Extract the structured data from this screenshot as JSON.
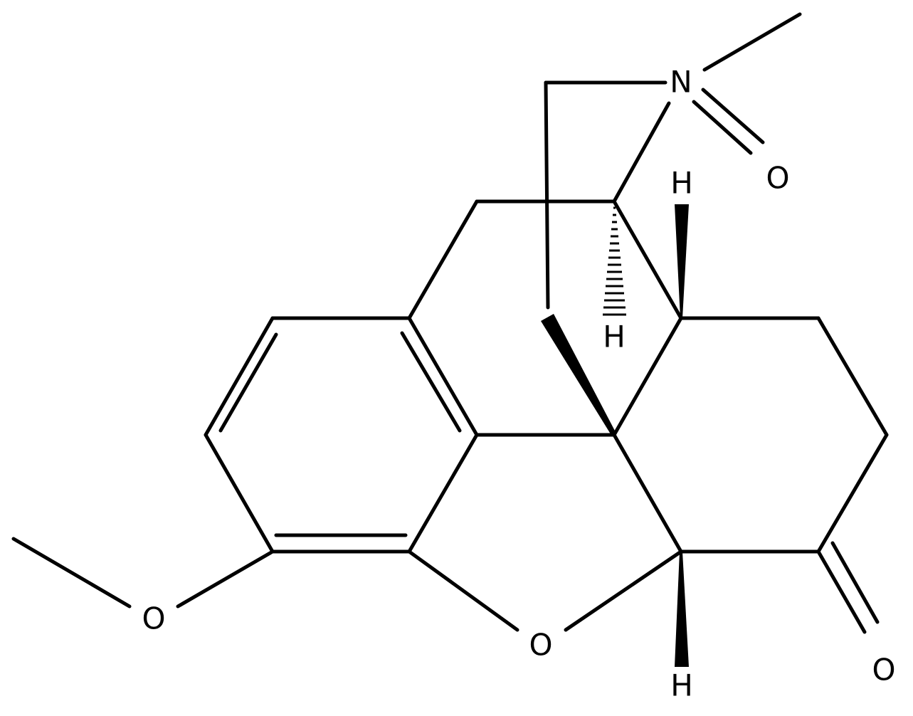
{
  "molecule": {
    "atoms": {
      "n_amine": "N",
      "o_noxide": "O",
      "o_ether": "O",
      "o_methoxy": "O",
      "o_ketone": "O",
      "h_top": "H",
      "h_mid": "H",
      "h_bottom": "H"
    }
  }
}
